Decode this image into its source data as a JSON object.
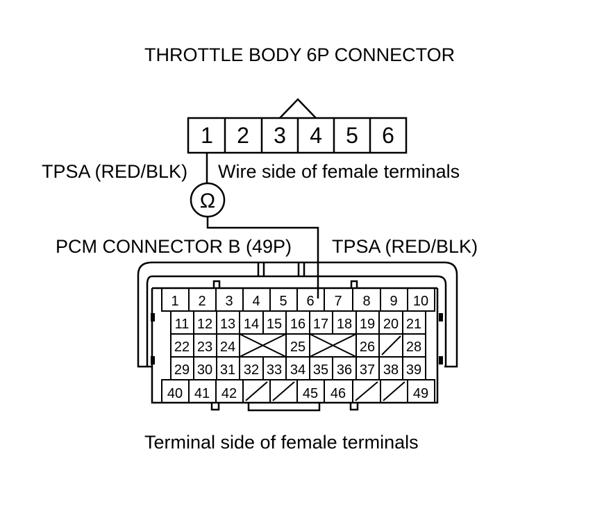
{
  "title": "THROTTLE BODY 6P CONNECTOR",
  "tb_terminals": [
    "1",
    "2",
    "3",
    "4",
    "5",
    "6"
  ],
  "tb_wire_label": "TPSA (RED/BLK)",
  "tb_side_label": "Wire side of female terminals",
  "meter_symbol": "Ω",
  "pcm_title": "PCM CONNECTOR B (49P)",
  "pcm_wire_label": "TPSA (RED/BLK)",
  "pcm_side_label": "Terminal side of female terminals",
  "pcm_rows": [
    [
      "1",
      "2",
      "3",
      "4",
      "5",
      "6",
      "7",
      "8",
      "9",
      "10"
    ],
    [
      "11",
      "12",
      "13",
      "14",
      "15",
      "16",
      "17",
      "18",
      "19",
      "20",
      "21"
    ],
    [
      "22",
      "23",
      "24",
      "25",
      "26",
      "28"
    ],
    [
      "29",
      "30",
      "31",
      "32",
      "33",
      "34",
      "35",
      "36",
      "37",
      "38",
      "39"
    ],
    [
      "40",
      "41",
      "42",
      "45",
      "46",
      "49"
    ]
  ]
}
